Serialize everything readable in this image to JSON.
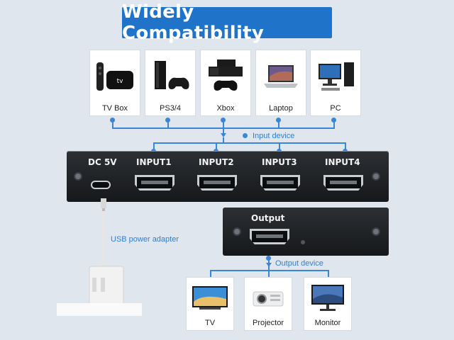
{
  "banner": {
    "title": "Widely Compatibility"
  },
  "input_devices": [
    {
      "label": "TV Box",
      "icon": "tv-box-icon"
    },
    {
      "label": "PS3/4",
      "icon": "game-console-icon"
    },
    {
      "label": "Xbox",
      "icon": "xbox-icon"
    },
    {
      "label": "Laptop",
      "icon": "laptop-icon"
    },
    {
      "label": "PC",
      "icon": "pc-icon"
    }
  ],
  "input_label": "Input device",
  "switcher": {
    "dc_label": "DC 5V",
    "inputs": [
      "INPUT1",
      "INPUT2",
      "INPUT3",
      "INPUT4"
    ]
  },
  "output_box": {
    "label": "Output"
  },
  "output_label": "Output device",
  "usb_label": "USB power adapter",
  "output_devices": [
    {
      "label": "TV",
      "icon": "tv-icon"
    },
    {
      "label": "Projector",
      "icon": "projector-icon"
    },
    {
      "label": "Monitor",
      "icon": "monitor-icon"
    }
  ],
  "colors": {
    "accent": "#1f74c9",
    "wire": "#3a86d6",
    "device_body": "#1f2124",
    "background": "#dfe6ee"
  }
}
